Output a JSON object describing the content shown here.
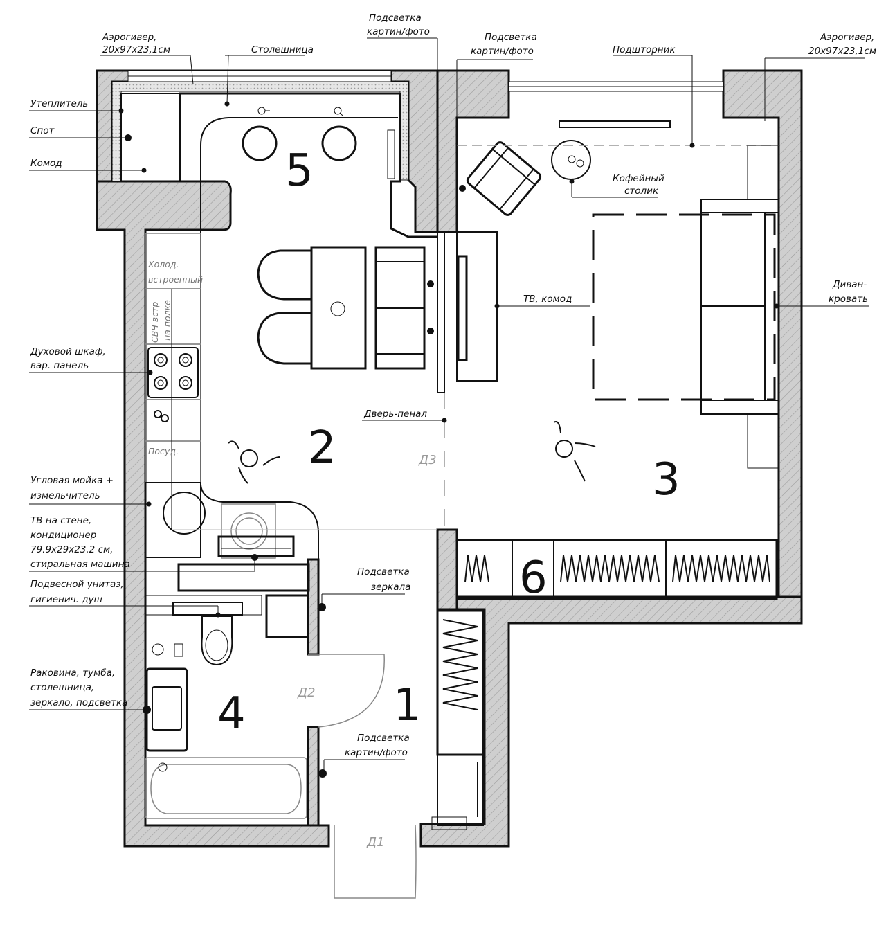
{
  "rooms": {
    "r1": "1",
    "r2": "2",
    "r3": "3",
    "r4": "4",
    "r5": "5",
    "r6": "6"
  },
  "doors": {
    "d1": "Д1",
    "d2": "Д2",
    "d3": "Д3"
  },
  "appliances": {
    "fridge_1": "Холод.",
    "fridge_2": "встроенный",
    "mw_1": "СВЧ встр",
    "mw_2": "на полке",
    "dishes": "Посуд."
  },
  "labels": {
    "aero_left_1": "Аэрогивер,",
    "aero_left_2": "20х97х23,1см",
    "countertop": "Столешница",
    "art_light_top_1": "Подсветка",
    "art_light_top_2": "картин/фото",
    "art_light_top2_1": "Подсветка",
    "art_light_top2_2": "картин/фото",
    "curtain": "Подшторник",
    "aero_right_1": "Аэрогивер,",
    "aero_right_2": "20х97х23,1см",
    "insulation": "Утеплитель",
    "spot": "Спот",
    "dresser": "Комод",
    "coffee_1": "Кофейный",
    "coffee_2": "столик",
    "sofa_1": "Диван-",
    "sofa_2": "кровать",
    "tv_dresser": "ТВ, комод",
    "oven_1": "Духовой шкаф,",
    "oven_2": "вар. панель",
    "pocket_door": "Дверь-пенал",
    "sink_1": "Угловая мойка +",
    "sink_2": "измельчитель",
    "tv_wall_1": "ТВ на стене,",
    "tv_wall_2": "кондиционер",
    "tv_wall_3": "79.9х29х23.2 см,",
    "tv_wall_4": "стиральная машина",
    "mirror_1": "Подсветка",
    "mirror_2": "зеркала",
    "toilet_1": "Подвесной унитаз,",
    "toilet_2": "гигиенич. душ",
    "basin_1": "Раковина, тумба,",
    "basin_2": "столешница,",
    "basin_3": "зеркало, подсветка",
    "art_light_bottom_1": "Подсветка",
    "art_light_bottom_2": "картин/фото"
  }
}
